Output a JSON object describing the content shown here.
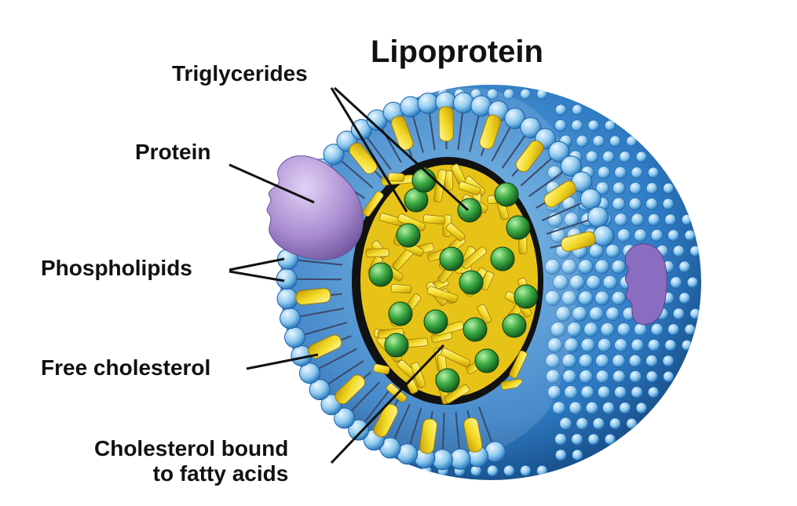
{
  "title": "Lipoprotein",
  "labels": {
    "triglycerides": "Triglycerides",
    "protein": "Protein",
    "phospholipids": "Phospholipids",
    "free_cholesterol": "Free cholesterol",
    "cholesterol_bound_line1": "Cholesterol bound",
    "cholesterol_bound_line2": "to fatty acids"
  },
  "colors": {
    "phospholipid_head": "#5aa9dd",
    "phospholipid_head_light": "#cfe7f7",
    "shell_dark": "#1d5fa8",
    "cholesterol_yellow": "#f1dc2a",
    "core_yellow": "#e8c317",
    "triglyceride_green": "#2f9a3a",
    "protein_purple": "#a88bd0",
    "leader_line": "#111111"
  }
}
